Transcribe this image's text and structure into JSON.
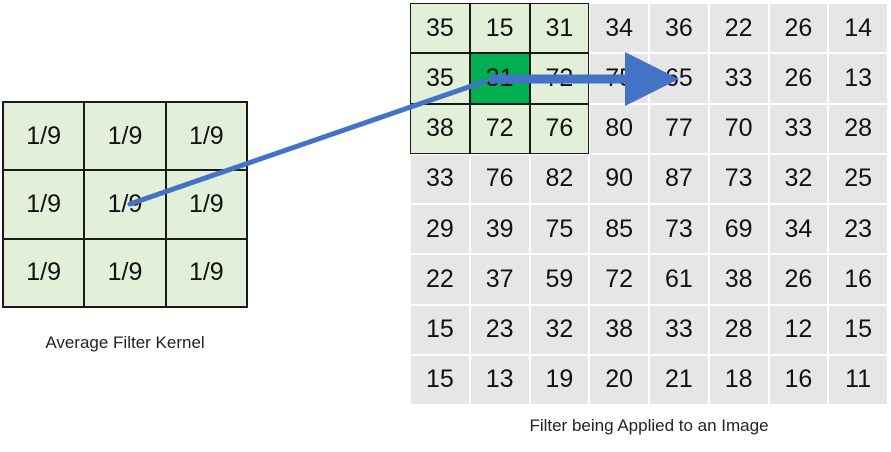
{
  "kernel": {
    "caption": "Average Filter Kernel",
    "cells": [
      [
        "1/9",
        "1/9",
        "1/9"
      ],
      [
        "1/9",
        "1/9",
        "1/9"
      ],
      [
        "1/9",
        "1/9",
        "1/9"
      ]
    ]
  },
  "image": {
    "caption": "Filter being Applied to an Image",
    "cells": [
      [
        35,
        15,
        31,
        34,
        36,
        22,
        26,
        14
      ],
      [
        35,
        31,
        72,
        75,
        65,
        33,
        26,
        13
      ],
      [
        38,
        72,
        76,
        80,
        77,
        70,
        33,
        28
      ],
      [
        33,
        76,
        82,
        90,
        87,
        73,
        32,
        25
      ],
      [
        29,
        39,
        75,
        85,
        73,
        69,
        34,
        23
      ],
      [
        22,
        37,
        59,
        72,
        61,
        38,
        26,
        16
      ],
      [
        15,
        23,
        32,
        38,
        33,
        28,
        12,
        15
      ],
      [
        15,
        13,
        19,
        20,
        21,
        18,
        16,
        11
      ]
    ]
  },
  "colors": {
    "kernel_fill": "#e2efd9",
    "image_fill": "#e6e6e6",
    "window_fill": "#e2efd9",
    "center_fill": "#00b050",
    "arrow": "#4472c4"
  }
}
